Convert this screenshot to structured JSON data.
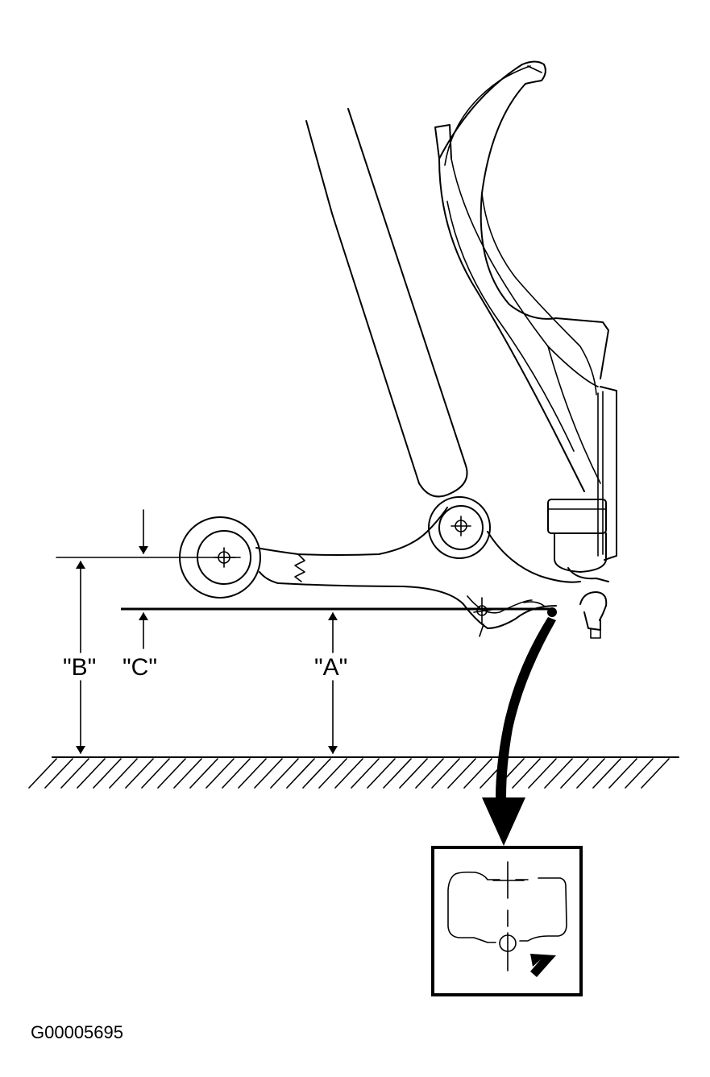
{
  "labels": {
    "a": "\"A\"",
    "b": "\"B\"",
    "c": "\"C\""
  },
  "figure_code": "G00005695",
  "colors": {
    "ink": "#000000",
    "paper": "#ffffff"
  }
}
